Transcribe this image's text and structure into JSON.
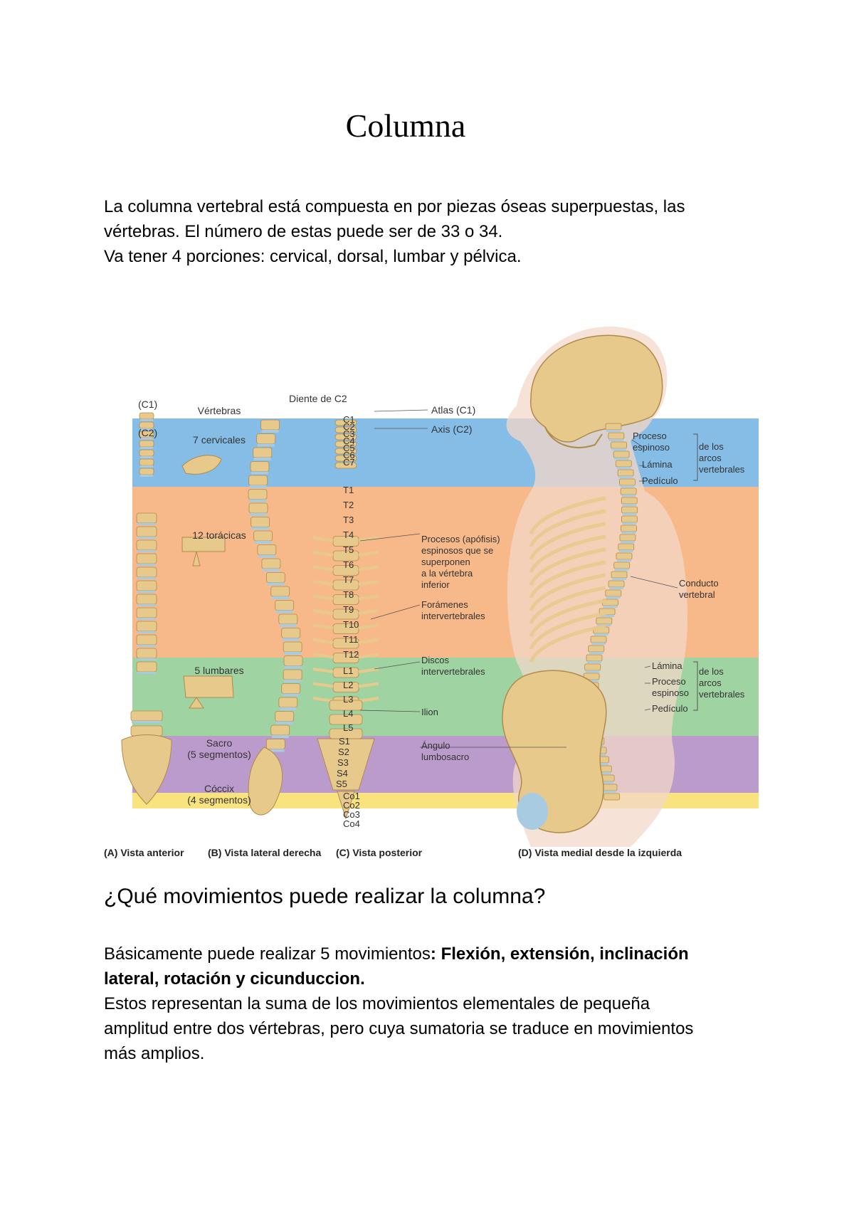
{
  "document": {
    "title": "Columna",
    "intro_lines": [
      "La columna vertebral está compuesta en por piezas óseas superpuestas, las",
      "vértebras. El número de estas puede ser de 33 o 34.",
      "Va tener 4 porciones: cervical, dorsal, lumbar y pélvica."
    ],
    "question": "¿Qué movimientos puede realizar la columna?",
    "answer": {
      "lead": "Básicamente puede realizar 5 movimientos",
      "bold_1": ": Flexión, extensión, inclinación",
      "bold_2": "lateral, rotación y cicunduccion.",
      "line_3": "Estos representan la suma de los movimientos elementales de pequeña",
      "line_4": "amplitud entre dos vértebras, pero cuya sumatoria se traduce en movimientos",
      "line_5": "más amplios."
    }
  },
  "figure": {
    "band_colors": {
      "cervical": "#86bde6",
      "thoracic": "#f7b98a",
      "lumbar": "#9fd3a2",
      "sacral": "#bb9bcb",
      "coccyx": "#f8e37e",
      "bone": "#e8c98c",
      "disc": "#a9cbe2"
    },
    "panel_a": {
      "c1": "(C1)",
      "c2": "(C2)"
    },
    "column_heading": "Vértebras",
    "regions": {
      "cervical": "7 cervicales",
      "thoracic": "12 torácicas",
      "lumbar": "5 lumbares",
      "sacrum": [
        "Sacro",
        "(5 segmentos)"
      ],
      "coccyx": [
        "Cóccix",
        "(4 segmentos)"
      ]
    },
    "posterior": {
      "dens": "Diente de C2",
      "atlas": "Atlas (C1)",
      "axis": "Axis (C2)",
      "levels": [
        "C1",
        "C2",
        "C3",
        "C4",
        "C5",
        "C6",
        "C7",
        "T1",
        "T2",
        "T3",
        "T4",
        "T5",
        "T6",
        "T7",
        "T8",
        "T9",
        "T10",
        "T11",
        "T12",
        "L1",
        "L2",
        "L3",
        "L4",
        "L5",
        "S1",
        "S2",
        "S3",
        "S4",
        "S5",
        "Co1",
        "Co2",
        "Co3",
        "Co4"
      ],
      "spinous": [
        "Procesos (apófisis)",
        "espinosos que se",
        "superponen",
        "a la vértebra",
        "inferior"
      ],
      "foramina": [
        "Forámenes",
        "intervertebrales"
      ],
      "discs": [
        "Discos",
        "intervertebrales"
      ],
      "ilium": "Ilion",
      "angle": [
        "Ángulo",
        "lumbosacro"
      ]
    },
    "medial": {
      "spinous_process": [
        "Proceso",
        "espinoso"
      ],
      "lamina": "Lámina",
      "pedicle": "Pedículo",
      "arches": [
        "de los",
        "arcos",
        "vertebrales"
      ],
      "canal": [
        "Conducto",
        "vertebral"
      ]
    },
    "captions": [
      "(A) Vista anterior",
      "(B) Vista lateral derecha",
      "(C) Vista posterior",
      "(D) Vista medial desde la izquierda"
    ]
  }
}
